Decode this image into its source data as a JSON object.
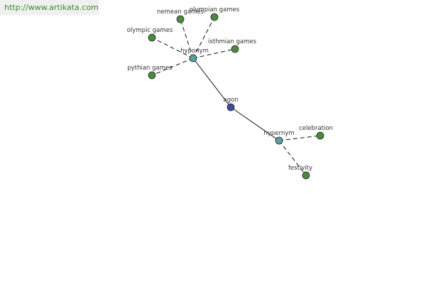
{
  "watermark": "http://www.artikata.com",
  "colors": {
    "center": "#3b4aa0",
    "relation": "#5a9e9e",
    "leaf": "#4a8a3e",
    "edge": "#111111"
  },
  "nodes": [
    {
      "id": "agon",
      "label": "agon",
      "role": "center"
    },
    {
      "id": "hyponym",
      "label": "hyponym",
      "role": "relation"
    },
    {
      "id": "hypernym",
      "label": "hypernym",
      "role": "relation"
    },
    {
      "id": "nemean",
      "label": "nemean games",
      "role": "leaf"
    },
    {
      "id": "olympian",
      "label": "olympian games",
      "role": "leaf"
    },
    {
      "id": "olympic",
      "label": "olympic games",
      "role": "leaf"
    },
    {
      "id": "isthmian",
      "label": "isthmian games",
      "role": "leaf"
    },
    {
      "id": "pythian",
      "label": "pythian games",
      "role": "leaf"
    },
    {
      "id": "celebration",
      "label": "celebration",
      "role": "leaf"
    },
    {
      "id": "festivity",
      "label": "festivity",
      "role": "leaf"
    }
  ],
  "edges": [
    {
      "from": "agon",
      "to": "hyponym",
      "style": "solid"
    },
    {
      "from": "agon",
      "to": "hypernym",
      "style": "solid"
    },
    {
      "from": "hyponym",
      "to": "nemean",
      "style": "dashed"
    },
    {
      "from": "hyponym",
      "to": "olympian",
      "style": "dashed"
    },
    {
      "from": "hyponym",
      "to": "olympic",
      "style": "dashed"
    },
    {
      "from": "hyponym",
      "to": "isthmian",
      "style": "dashed"
    },
    {
      "from": "hyponym",
      "to": "pythian",
      "style": "dashed"
    },
    {
      "from": "hypernym",
      "to": "celebration",
      "style": "dashed"
    },
    {
      "from": "hypernym",
      "to": "festivity",
      "style": "dashed"
    }
  ]
}
